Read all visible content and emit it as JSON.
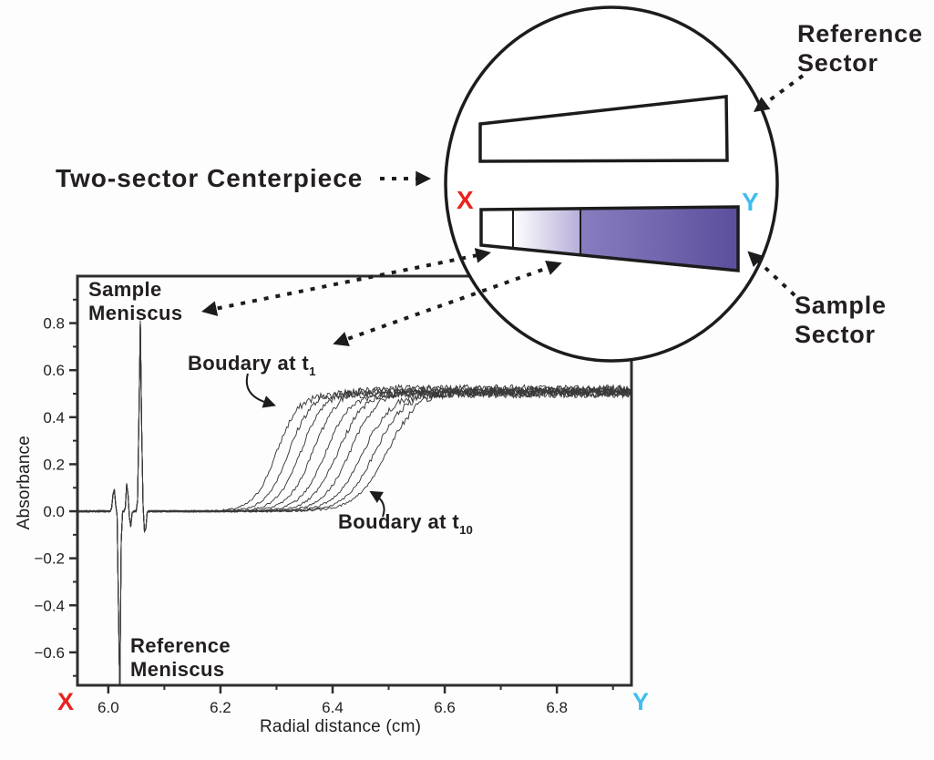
{
  "figure": {
    "centerpiece_label": "Two-sector Centerpiece",
    "reference_sector_label_line1": "Reference",
    "reference_sector_label_line2": "Sector",
    "sample_sector_label_line1": "Sample",
    "sample_sector_label_line2": "Sector",
    "marker_x": "X",
    "marker_y": "Y",
    "colors": {
      "marker_x": "#e8231f",
      "marker_y": "#41bdf0",
      "ink": "#231f20",
      "purple_dark": "#5b4f9d",
      "purple_mid": "#897dc0",
      "purple_light": "#b7aeda",
      "white": "#ffffff"
    }
  },
  "annotations": {
    "sample_meniscus_line1": "Sample",
    "sample_meniscus_line2": "Meniscus",
    "boundary_t1_prefix": "Boudary at t",
    "boundary_t1_sub": "1",
    "boundary_t10_prefix": "Boudary at t",
    "boundary_t10_sub": "10",
    "reference_meniscus_line1": "Reference",
    "reference_meniscus_line2": "Meniscus"
  },
  "chart_data": {
    "type": "line",
    "title": "",
    "xlabel": "Radial distance (cm)",
    "ylabel": "Absorbance",
    "xlim": [
      5.945,
      6.933
    ],
    "ylim": [
      -0.74,
      1.0
    ],
    "x_ticks": [
      6.0,
      6.2,
      6.4,
      6.6,
      6.8
    ],
    "x_minor_ticks": [
      6.1,
      6.3,
      6.5,
      6.7,
      6.9
    ],
    "y_ticks": [
      0.8,
      0.6,
      0.4,
      0.2,
      0.0,
      -0.2,
      -0.4,
      -0.6
    ],
    "y_minor_ticks": [
      0.9,
      0.7,
      0.5,
      0.3,
      0.1,
      -0.1,
      -0.3,
      -0.5,
      -0.7
    ],
    "grid": false,
    "legend": false,
    "num_scans": 10,
    "baseline_absorbance": 0.0,
    "plateau_absorbance": 0.51,
    "reference_meniscus_radius_cm": 6.02,
    "reference_meniscus_min_absorbance": -0.72,
    "sample_meniscus_radius_cm": 6.057,
    "sample_meniscus_peak_absorbance": 0.78,
    "boundary_midpoints_cm": [
      6.3,
      6.322,
      6.344,
      6.366,
      6.388,
      6.41,
      6.432,
      6.454,
      6.476,
      6.498
    ]
  }
}
